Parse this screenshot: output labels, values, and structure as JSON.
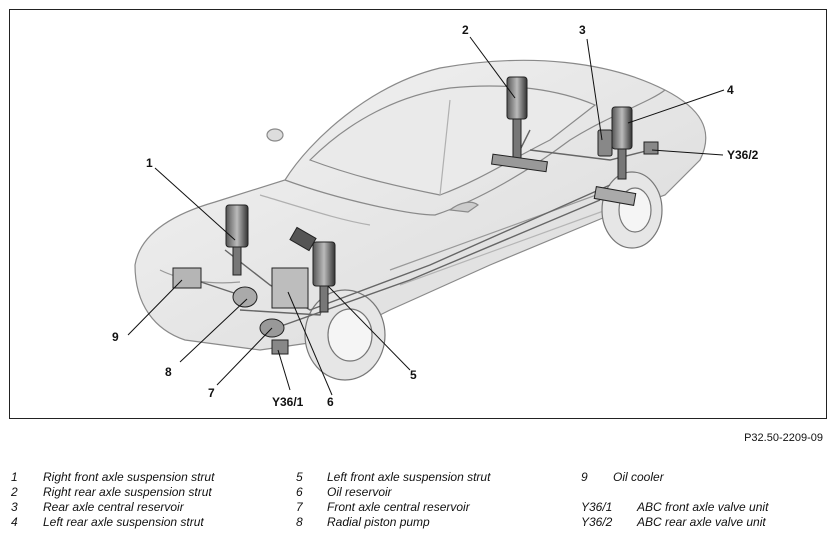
{
  "callouts": {
    "c1": "1",
    "c2": "2",
    "c3": "3",
    "c4": "4",
    "c5": "5",
    "c6": "6",
    "c7": "7",
    "c8": "8",
    "c9": "9",
    "y361": "Y36/1",
    "y362": "Y36/2"
  },
  "figure_id": "P32.50-2209-09",
  "legend": {
    "col1": [
      {
        "num": "1",
        "text": "Right front axle suspension strut"
      },
      {
        "num": "2",
        "text": "Right rear axle suspension strut"
      },
      {
        "num": "3",
        "text": "Rear axle central reservoir"
      },
      {
        "num": "4",
        "text": "Left rear axle suspension strut"
      }
    ],
    "col2": [
      {
        "num": "5",
        "text": "Left front axle suspension strut"
      },
      {
        "num": "6",
        "text": "Oil reservoir"
      },
      {
        "num": "7",
        "text": "Front axle central reservoir"
      },
      {
        "num": "8",
        "text": "Radial piston pump"
      }
    ],
    "col3": [
      {
        "num": "9",
        "text": "Oil cooler"
      },
      {
        "num": "Y36/1",
        "text": "ABC front axle valve unit"
      },
      {
        "num": "Y36/2",
        "text": "ABC rear axle valve unit"
      }
    ]
  }
}
